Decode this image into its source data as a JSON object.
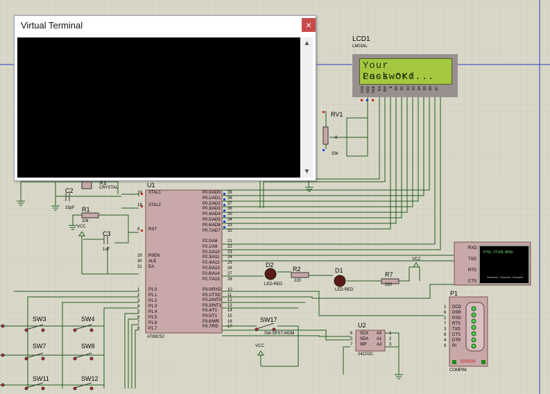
{
  "terminal": {
    "title": "Virtual Terminal",
    "close_glyph": "×",
    "scroll_up": "▲",
    "scroll_down": "▼"
  },
  "lcd": {
    "name": "LCD1",
    "model": "LM016L",
    "line1": "Your Password...",
    "line2": "Lock OK!",
    "pins": [
      "VSS",
      "VDD",
      "VEE",
      "RS",
      "RW",
      "E",
      "D0",
      "D1",
      "D2",
      "D3",
      "D4",
      "D5",
      "D6",
      "D7"
    ],
    "colors": {
      "glass": "#a4c940",
      "text": "#1f2d0d"
    }
  },
  "rv1": {
    "name": "RV1",
    "value": "33k",
    "wiper": "8"
  },
  "u1": {
    "name": "U1",
    "model": "AT89C52",
    "left_pins": [
      {
        "num": "19",
        "name": "XTAL1"
      },
      {
        "num": "18",
        "name": "XTAL2"
      },
      {
        "num": "9",
        "name": "RST"
      },
      {
        "num": "29",
        "name": "PSEN"
      },
      {
        "num": "30",
        "name": "ALE"
      },
      {
        "num": "31",
        "name": "EA"
      },
      {
        "num": "1",
        "name": "P1.0"
      },
      {
        "num": "2",
        "name": "P1.1"
      },
      {
        "num": "3",
        "name": "P1.2"
      },
      {
        "num": "4",
        "name": "P1.3"
      },
      {
        "num": "5",
        "name": "P1.4"
      },
      {
        "num": "6",
        "name": "P1.5"
      },
      {
        "num": "7",
        "name": "P1.6"
      },
      {
        "num": "8",
        "name": "P1.7"
      }
    ],
    "right_pins": [
      {
        "num": "39",
        "name": "P0.0/AD0"
      },
      {
        "num": "38",
        "name": "P0.1/AD1"
      },
      {
        "num": "37",
        "name": "P0.2/AD2"
      },
      {
        "num": "36",
        "name": "P0.3/AD3"
      },
      {
        "num": "35",
        "name": "P0.4/AD4"
      },
      {
        "num": "34",
        "name": "P0.5/AD5"
      },
      {
        "num": "33",
        "name": "P0.6/AD6"
      },
      {
        "num": "32",
        "name": "P0.7/AD7"
      },
      {
        "num": "21",
        "name": "P2.0/A8"
      },
      {
        "num": "22",
        "name": "P2.1/A9"
      },
      {
        "num": "23",
        "name": "P2.2/A10"
      },
      {
        "num": "24",
        "name": "P2.3/A11"
      },
      {
        "num": "25",
        "name": "P2.4/A12"
      },
      {
        "num": "26",
        "name": "P2.5/A13"
      },
      {
        "num": "27",
        "name": "P2.6/A14"
      },
      {
        "num": "28",
        "name": "P2.7/A15"
      },
      {
        "num": "10",
        "name": "P3.0/RXD"
      },
      {
        "num": "11",
        "name": "P3.1/TXD"
      },
      {
        "num": "12",
        "name": "P3.2/INT0"
      },
      {
        "num": "13",
        "name": "P3.3/INT1"
      },
      {
        "num": "14",
        "name": "P3.4/T0"
      },
      {
        "num": "15",
        "name": "P3.5/T1"
      },
      {
        "num": "16",
        "name": "P3.6/WR"
      },
      {
        "num": "17",
        "name": "P3.7/RD"
      }
    ]
  },
  "parts": {
    "c2": {
      "name": "C2",
      "value": "33pF"
    },
    "c3": {
      "name": "C3",
      "value": "1uF"
    },
    "r1": {
      "name": "R1",
      "value": "10k"
    },
    "x1": {
      "name": "X1",
      "value": "CRYSTAL"
    },
    "d1": {
      "name": "D1",
      "value": "LED-RED"
    },
    "d2": {
      "name": "D2",
      "value": "LED-RED"
    },
    "r2": {
      "name": "R2",
      "value": "220"
    },
    "r7": {
      "name": "R7",
      "value": "220"
    },
    "vcc": "VCC",
    "sw17": {
      "name": "SW17",
      "value": "SW-SPST-MOM"
    }
  },
  "switches": [
    "SW3",
    "SW4",
    "SW7",
    "SW8",
    "SW11",
    "SW12"
  ],
  "u2": {
    "name": "U2",
    "model": "24C02C",
    "left_pins": [
      {
        "num": "6",
        "name": "SCK"
      },
      {
        "num": "5",
        "name": "SDA"
      },
      {
        "num": "7",
        "name": "WP"
      }
    ],
    "right_pins": [
      {
        "num": "1",
        "name": "A0"
      },
      {
        "num": "2",
        "name": "A1"
      },
      {
        "num": "3",
        "name": "A2"
      }
    ]
  },
  "vt_part": {
    "pins": [
      "RXD",
      "TXD",
      "RTS",
      "CTS"
    ],
    "screen_title": "VT52, VT100, ANSI",
    "screen_sub": "Xmodem, Ymodem, Zmodem"
  },
  "p1": {
    "name": "P1",
    "model": "COMPIM",
    "pins": [
      {
        "num": "1",
        "name": "DCD"
      },
      {
        "num": "6",
        "name": "DSR"
      },
      {
        "num": "2",
        "name": "RXD"
      },
      {
        "num": "7",
        "name": "RTS"
      },
      {
        "num": "3",
        "name": "TXD"
      },
      {
        "num": "8",
        "name": "CTS"
      },
      {
        "num": "4",
        "name": "DTR"
      },
      {
        "num": "9",
        "name": "RI"
      }
    ],
    "error_label": "ERROR"
  }
}
